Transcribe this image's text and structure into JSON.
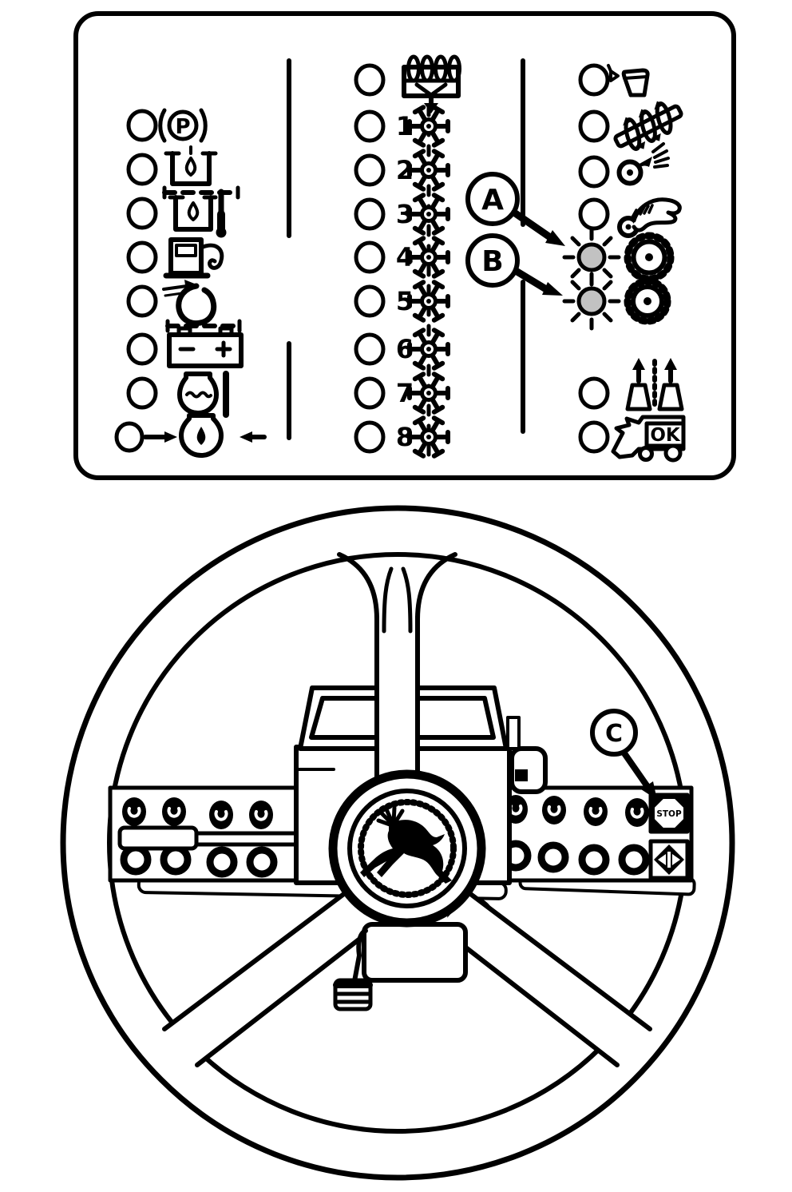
{
  "colors": {
    "ink": "#000000",
    "paper": "#ffffff",
    "lit_indicator": "#c2c2c2"
  },
  "panel": {
    "description": "indicator-light panel",
    "left_column": {
      "rows": [
        {
          "icon": "parking-brake-icon",
          "glyph": "P",
          "state": "off"
        },
        {
          "icon": "transmission-oil-level-icon",
          "state": "off"
        },
        {
          "icon": "oil-temperature-icon",
          "state": "off"
        },
        {
          "icon": "fuel-pump-icon",
          "state": "off"
        },
        {
          "icon": "air-filter-restriction-icon",
          "state": "off"
        },
        {
          "icon": "battery-charge-icon",
          "state": "off"
        },
        {
          "icon": "coolant-level-icon",
          "state": "off"
        },
        {
          "icon": "oil-filter-flow-icon",
          "state": "off"
        }
      ]
    },
    "middle_column": {
      "header": {
        "icon": "seed-hopper-auger-icon",
        "state": "off"
      },
      "rows": [
        {
          "label": "1",
          "icon": "row-impeller-icon",
          "state": "off"
        },
        {
          "label": "2",
          "icon": "row-impeller-icon",
          "state": "off"
        },
        {
          "label": "3",
          "icon": "row-impeller-icon",
          "state": "off"
        },
        {
          "label": "4",
          "icon": "row-impeller-icon",
          "state": "off"
        },
        {
          "label": "5",
          "icon": "row-impeller-icon",
          "state": "off"
        },
        {
          "label": "6",
          "icon": "row-impeller-icon",
          "state": "off"
        },
        {
          "label": "7",
          "icon": "row-impeller-icon",
          "state": "off"
        },
        {
          "label": "8",
          "icon": "row-impeller-icon",
          "state": "off"
        }
      ]
    },
    "right_column": {
      "rows": [
        {
          "icon": "hopper-level-icon",
          "state": "off"
        },
        {
          "icon": "seed-auger-icon",
          "state": "off"
        },
        {
          "icon": "fan-icon",
          "state": "off"
        },
        {
          "icon": "blower-arm-icon",
          "state": "off"
        },
        {
          "icon": "feed-gear-icon",
          "state": "on",
          "callout": "A"
        },
        {
          "icon": "feed-gear-2-icon",
          "state": "on",
          "callout": "B"
        },
        {
          "icon": "marker-lift-icon",
          "state": "off"
        },
        {
          "icon": "tractor-ok-icon",
          "label": "OK",
          "state": "off"
        }
      ]
    },
    "callouts": [
      {
        "label": "A"
      },
      {
        "label": "B"
      }
    ]
  },
  "steering_console": {
    "callout": {
      "label": "C"
    },
    "stop_button": {
      "label": "STOP",
      "icon": "stop-octagon-icon"
    },
    "arrows_button": {
      "icon": "diamond-arrows-icon"
    },
    "hub_logo": "leaping-deer-logo",
    "controls": {
      "rotary_knobs": 8,
      "round_buttons": 8,
      "lever": 1,
      "pedal": 1
    }
  }
}
